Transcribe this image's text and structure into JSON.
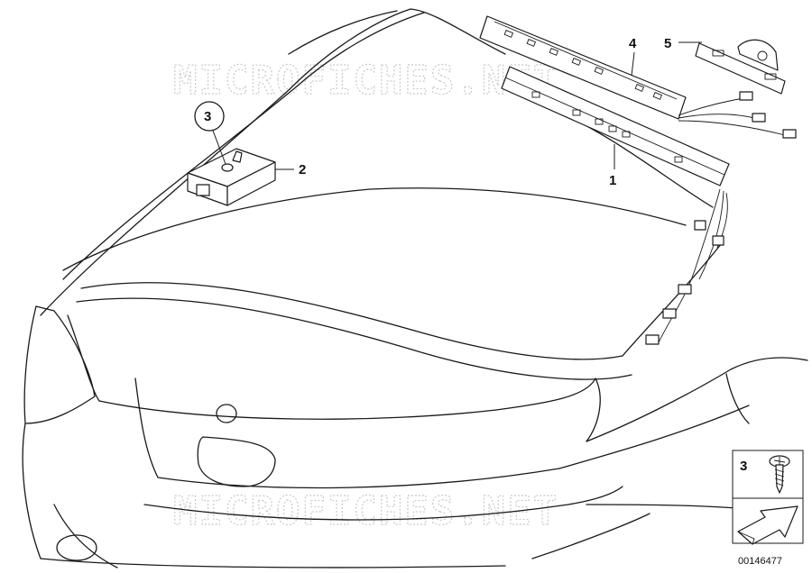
{
  "watermark": "MICROFICHES.NET",
  "callouts": {
    "one": "1",
    "two": "2",
    "three": "3",
    "four": "4",
    "five": "5"
  },
  "legend": {
    "part_number": "3"
  },
  "reference": "00146477"
}
